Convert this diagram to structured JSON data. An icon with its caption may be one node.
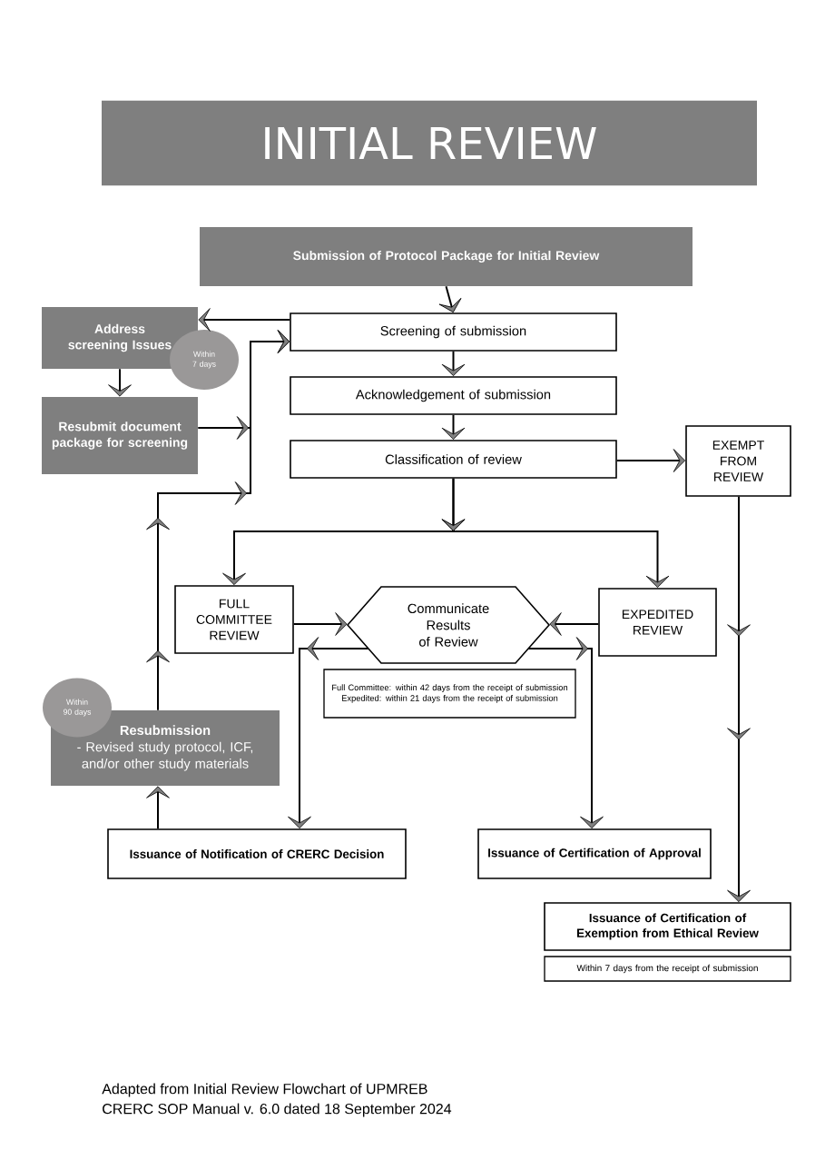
{
  "diagram": {
    "title": "INITIAL REVIEW",
    "nodes": [
      {
        "text": [
          "Submission of Protocol Package for Initial Review"
        ]
      },
      {
        "text": [
          "Screening of submission"
        ]
      },
      {
        "text": [
          "Address screening Issues"
        ]
      },
      {
        "text": [
          "Within 7 days"
        ]
      },
      {
        "text": [
          "Resubmit document package for screening"
        ]
      },
      {
        "text": [
          "Acknowledgement of submission"
        ]
      },
      {
        "text": [
          "Classification of review"
        ]
      },
      {
        "text": [
          "EXEMPT FROM REVIEW"
        ]
      },
      {
        "text": [
          "FULL COMMITTEE REVIEW"
        ]
      },
      {
        "text": [
          "Communicate Results of Review"
        ]
      },
      {
        "text": [
          "EXPEDITED REVIEW"
        ]
      },
      {
        "text": [
          "Full Committee: within 42 days from the receipt of submission",
          "Expedited: within 21 days from the receipt of submission"
        ]
      },
      {
        "text": [
          "Within 90 days"
        ]
      },
      {
        "text": [
          "Resubmission",
          "- Revised study protocol, ICF, and/or other study materials"
        ]
      },
      {
        "text": [
          "Issuance of Notification of CRERC Decision"
        ]
      },
      {
        "text": [
          "Issuance of Certification of Approval"
        ]
      },
      {
        "text": [
          "Issuance of Certification of Exemption from Ethical Review"
        ]
      },
      {
        "text": [
          "Within 7 days from the receipt of submission"
        ]
      }
    ],
    "edges": [
      {
        "from": 0,
        "to": 1,
        "arrow": "to"
      },
      {
        "from": 1,
        "to": 2,
        "arrow": "to"
      },
      {
        "from": 2,
        "to": 4,
        "arrow": "to"
      },
      {
        "from": 4,
        "to": 1,
        "arrow": "to"
      },
      {
        "from": 1,
        "to": 5,
        "arrow": "to"
      },
      {
        "from": 5,
        "to": 6,
        "arrow": "to"
      },
      {
        "from": 6,
        "to": 7,
        "arrow": "to"
      },
      {
        "from": 6,
        "to": 8,
        "arrow": "to"
      },
      {
        "from": 6,
        "to": 10,
        "arrow": "to"
      },
      {
        "from": 8,
        "to": 9,
        "arrow": "to"
      },
      {
        "from": 10,
        "to": 9,
        "arrow": "to"
      },
      {
        "from": 9,
        "to": 14,
        "arrow": "to"
      },
      {
        "from": 9,
        "to": 15,
        "arrow": "to"
      },
      {
        "from": 7,
        "to": 16,
        "arrow": "to"
      },
      {
        "from": 14,
        "to": 13,
        "arrow": "to"
      },
      {
        "from": 13,
        "to": 1,
        "arrow": "to"
      }
    ],
    "labels": [
      "Adapted from Initial Review Flowchart of UPMREB",
      "CRERC SOP Manual v. 6.0 dated 18 September 2024"
    ]
  }
}
